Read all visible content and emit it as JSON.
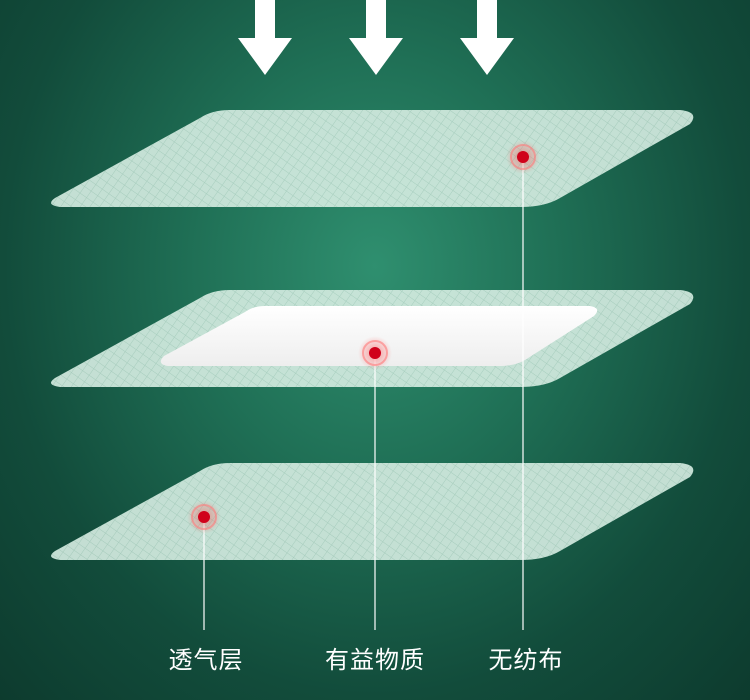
{
  "labels": [
    {
      "text": "透气层"
    },
    {
      "text": "有益物质"
    },
    {
      "text": "无纺布"
    }
  ],
  "colors": {
    "background": "#1f6f55",
    "layer": "#cfe8dc",
    "marker": "#d0021b",
    "arrow": "#ffffff"
  }
}
